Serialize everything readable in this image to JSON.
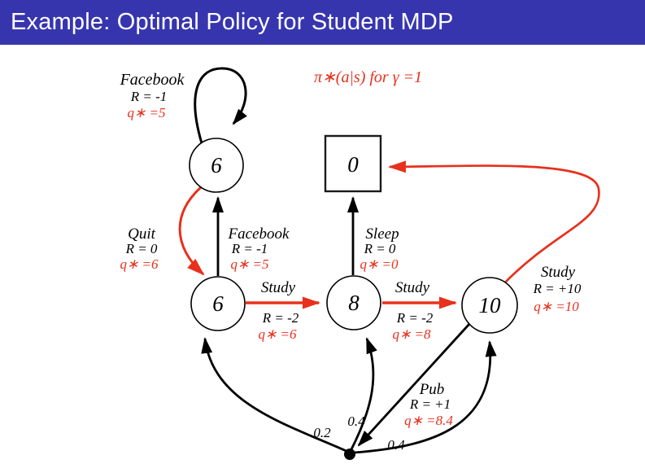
{
  "header": {
    "title": "Example: Optimal Policy for Student MDP"
  },
  "subtitle": "π∗(a|s) for γ =1",
  "nodes": {
    "facebook_state": "6",
    "class1_state": "6",
    "class2_state": "8",
    "class3_state": "10",
    "terminal_state": "0"
  },
  "edges": {
    "facebook_loop": {
      "action": "Facebook",
      "reward": "R = -1",
      "q": "q∗ =5"
    },
    "quit": {
      "action": "Quit",
      "reward": "R = 0",
      "q": "q∗ =6"
    },
    "facebook_back": {
      "action": "Facebook",
      "reward": "R = -1",
      "q": "q∗ =5"
    },
    "study1": {
      "action": "Study",
      "reward": "R = -2",
      "q": "q∗ =6"
    },
    "sleep": {
      "action": "Sleep",
      "reward": "R = 0",
      "q": "q∗ =0"
    },
    "study2": {
      "action": "Study",
      "reward": "R = -2",
      "q": "q∗ =8"
    },
    "study3": {
      "action": "Study",
      "reward": "R = +10",
      "q": "q∗ =10"
    },
    "pub": {
      "action": "Pub",
      "reward": "R = +1",
      "q": "q∗ =8.4"
    }
  },
  "probabilities": {
    "to_class1": "0.2",
    "to_class2": "0.4",
    "to_class3": "0.4"
  },
  "colors": {
    "header_bg": "#3735ae",
    "optimal_policy": "#e8301c",
    "edge": "#000000"
  }
}
